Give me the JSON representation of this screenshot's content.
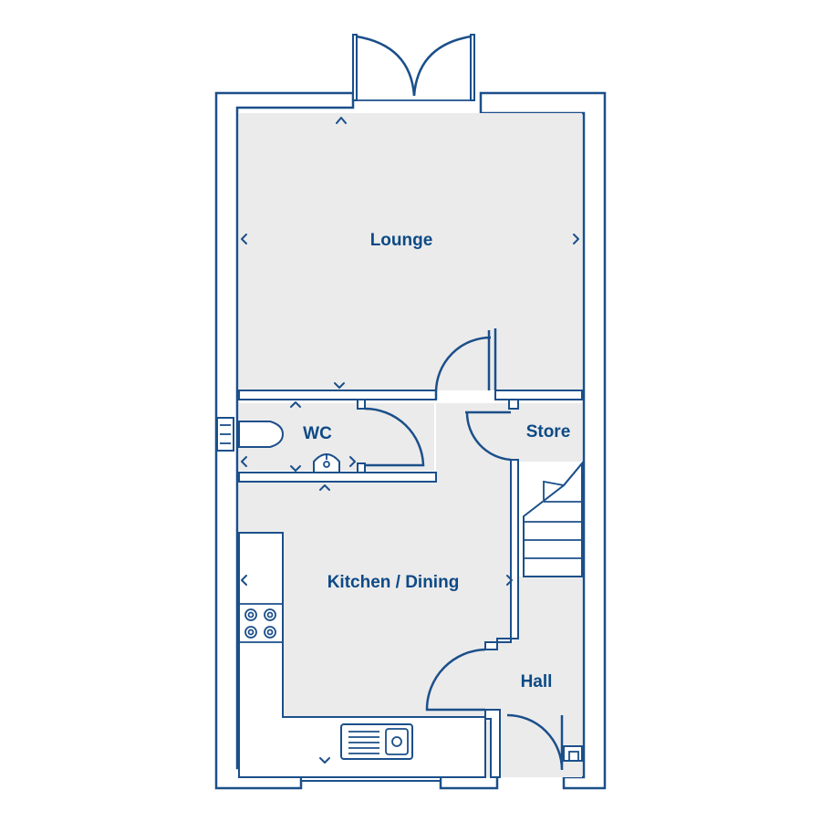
{
  "rooms": {
    "lounge": "Lounge",
    "wc": "WC",
    "store": "Store",
    "kitchen_dining": "Kitchen / Dining",
    "hall": "Hall"
  },
  "colors": {
    "line": "#1b4f8a",
    "text": "#0d4a86",
    "floor": "#ebebeb",
    "background": "#ffffff"
  },
  "icons": [
    "toilet-icon",
    "basin-icon",
    "hob-icon",
    "sink-icon",
    "dimension-arrow-icon",
    "stairs-icon",
    "door-swing-icon"
  ]
}
